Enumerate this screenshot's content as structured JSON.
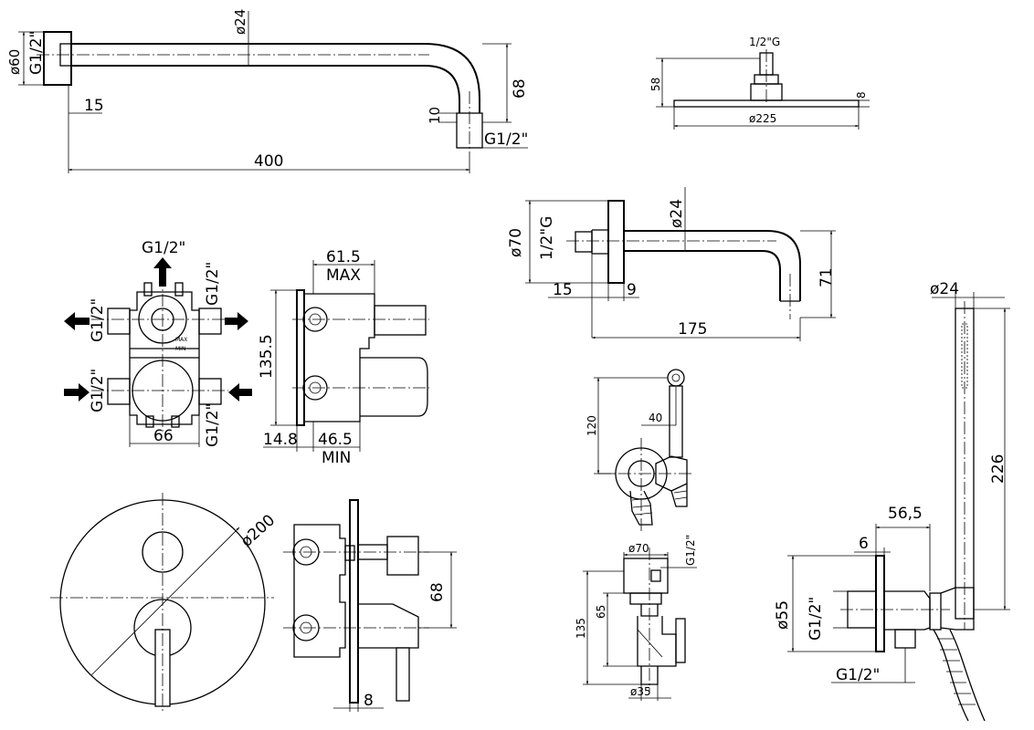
{
  "shower_arm": {
    "d_outer": "ø60",
    "thread_wall": "G1/2\"",
    "d_pipe": "ø24",
    "offset": "15",
    "drop": "68",
    "end_len": "10",
    "thread_end": "G1/2\"",
    "length": "400"
  },
  "shower_head": {
    "thread": "1/2\"G",
    "height": "58",
    "thickness": "8",
    "diameter": "ø225"
  },
  "spout": {
    "d_plate": "ø70",
    "thread": "1/2\"G",
    "d_pipe": "ø24",
    "drop": "71",
    "offset_a": "15",
    "offset_b": "9",
    "reach": "175"
  },
  "valve_body_front": {
    "top_thread": "G1/2\"",
    "right_upper_thread": "G1/2\"",
    "left_upper_thread": "G1/2\"",
    "left_lower_thread": "G1/2\"",
    "right_lower_thread": "G1/2\"",
    "width": "66",
    "mark_max": "MAX",
    "mark_min": "MIN"
  },
  "valve_body_side": {
    "depth_max": "61.5",
    "max_label": "MAX",
    "height": "135.5",
    "flange": "14.8",
    "depth_min": "46.5",
    "min_label": "MIN"
  },
  "trim_plate": {
    "diameter": "ø200"
  },
  "valve_assembly_side": {
    "spacing": "68",
    "plate": "8"
  },
  "holder_front": {
    "height": "120",
    "offset": "40"
  },
  "holder_side": {
    "d_top": "ø70",
    "thread": "G1/2\"",
    "body": "65",
    "total": "135",
    "d_bottom": "ø35"
  },
  "hand_shower": {
    "d_handle": "ø24",
    "length": "226",
    "reach": "56,5",
    "plate": "6",
    "d_plate": "ø55",
    "thread_wall": "G1/2\"",
    "thread_bottom": "G1/2\""
  }
}
